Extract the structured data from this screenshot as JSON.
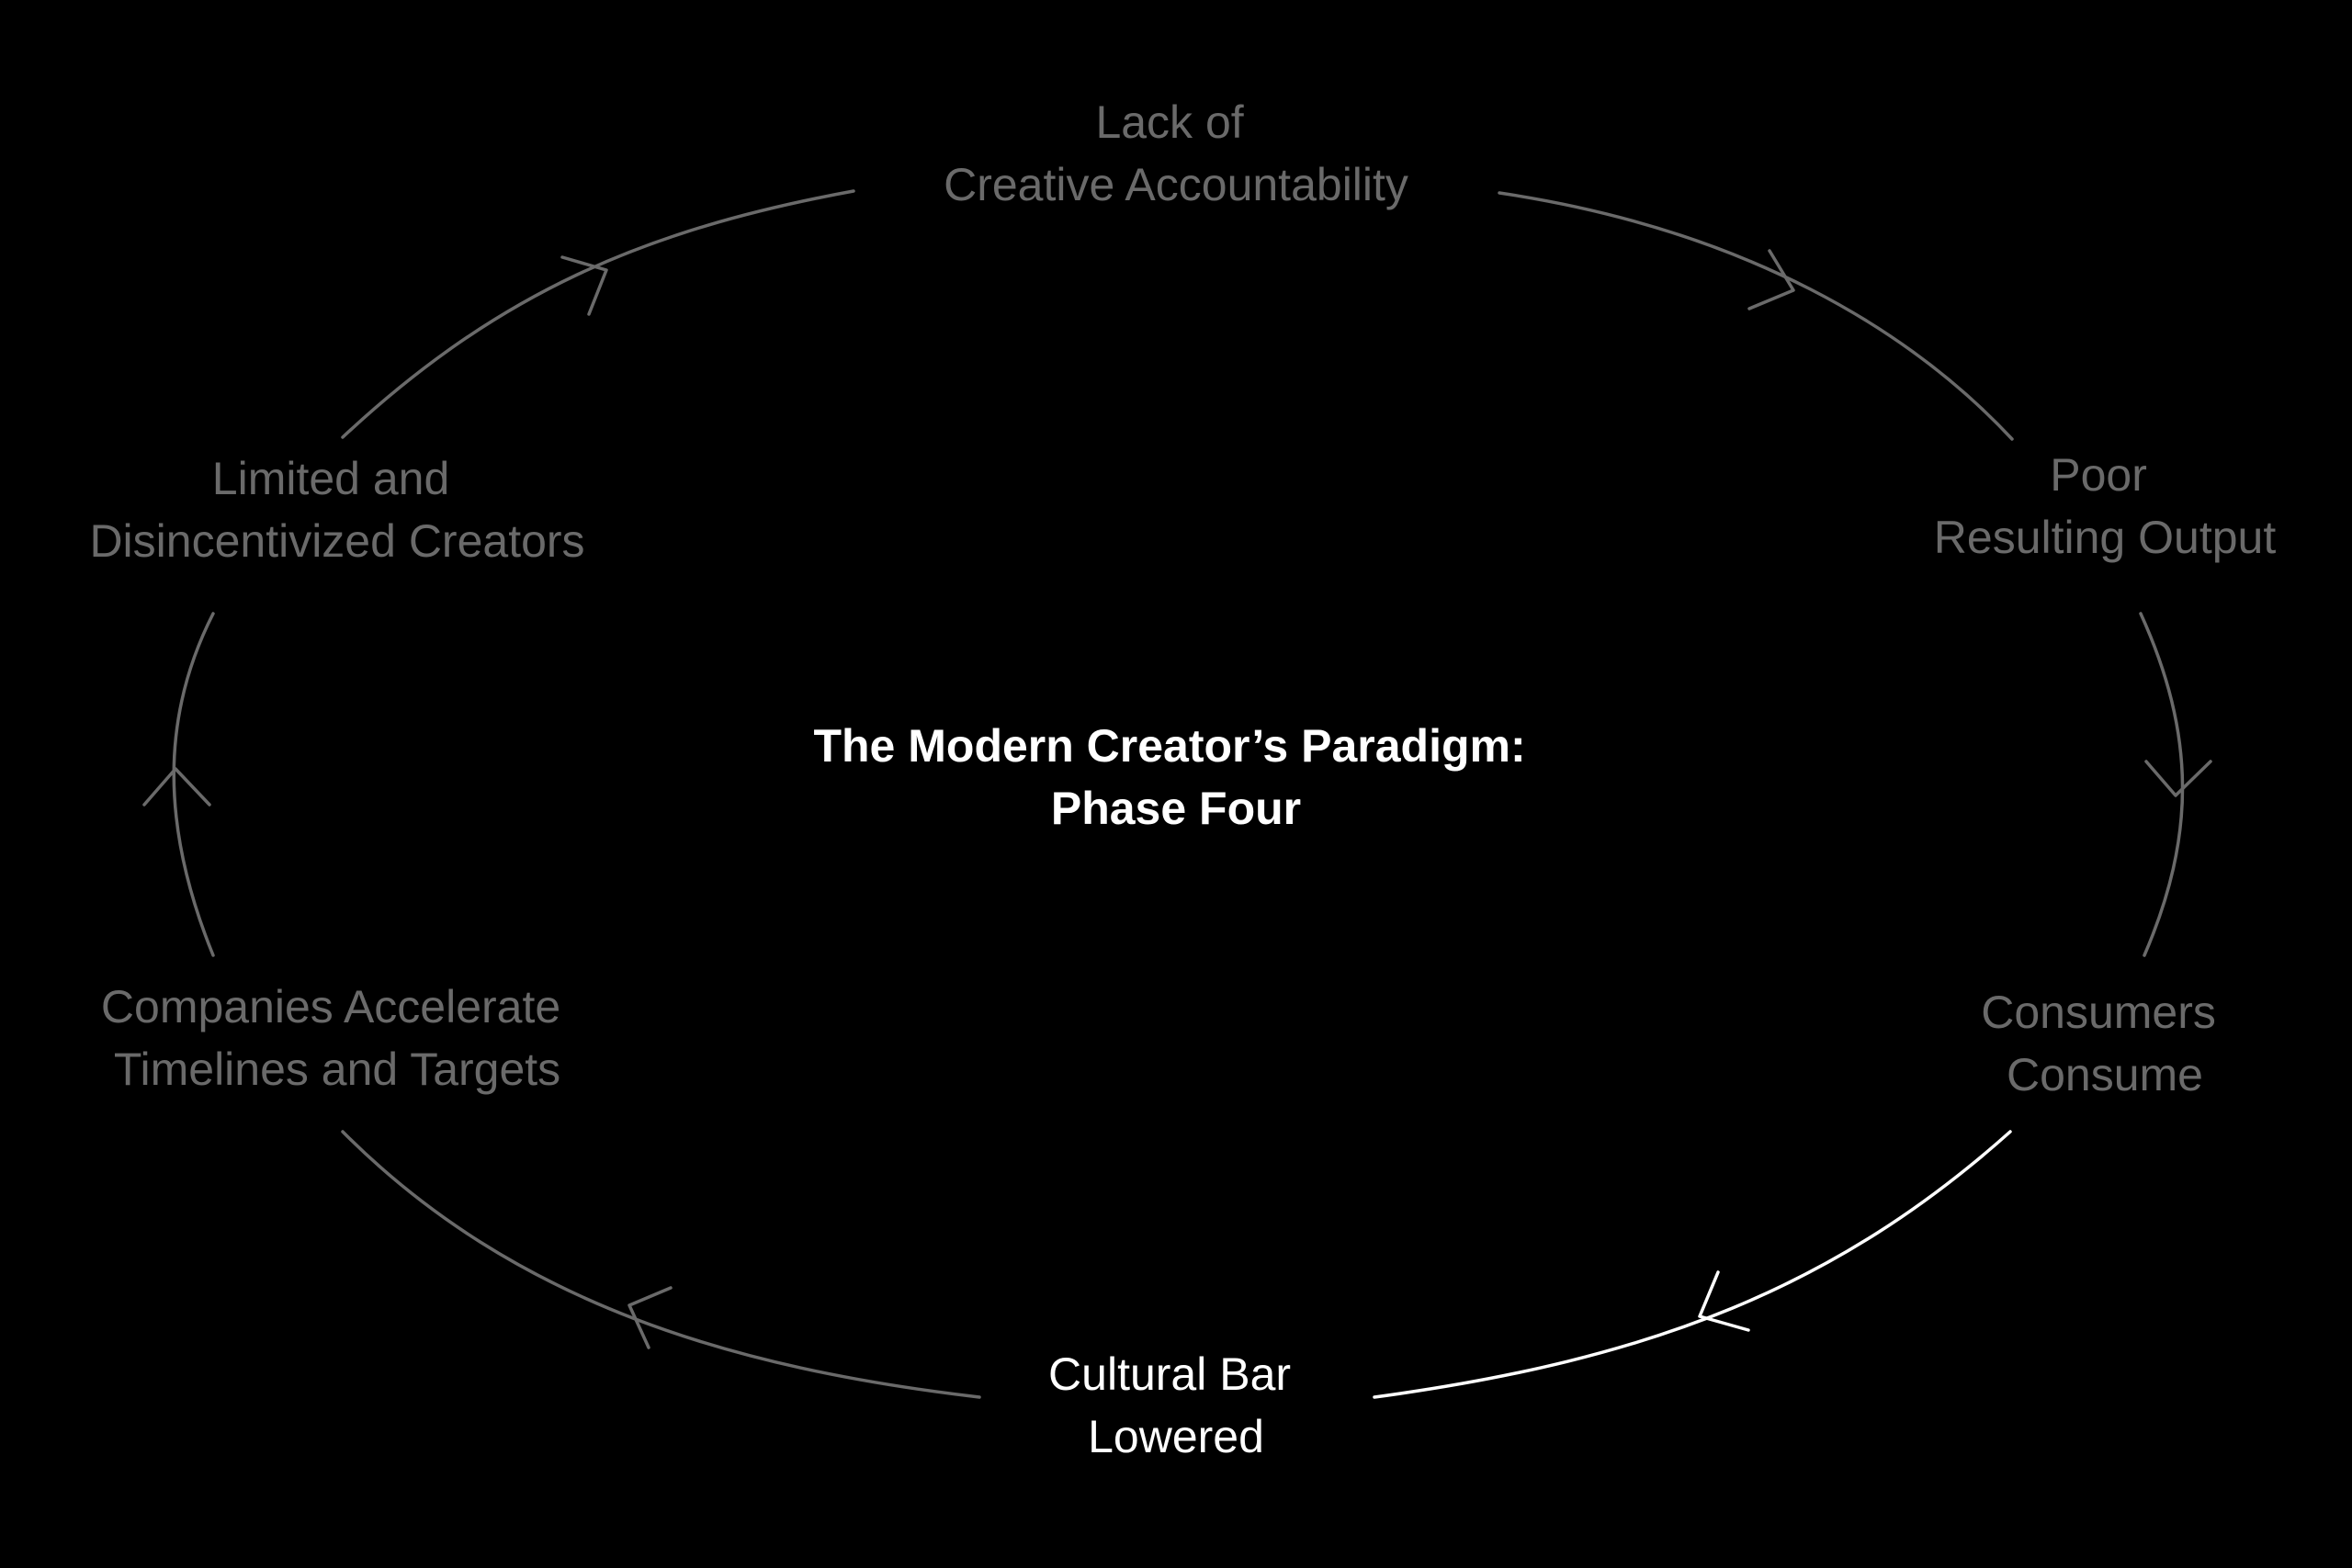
{
  "title": {
    "line1": "The Modern Creator’s Paradigm:",
    "line2": "Phase Four"
  },
  "nodes": [
    {
      "line1": "Lack of",
      "line2": "Creative Accountability",
      "active": false
    },
    {
      "line1": "Poor",
      "line2": "Resulting Output",
      "active": false
    },
    {
      "line1": "Consumers",
      "line2": "Consume",
      "active": false
    },
    {
      "line1": "Cultural Bar",
      "line2": "Lowered",
      "active": true
    },
    {
      "line1": "Companies Accelerate",
      "line2": "Timelines and Targets",
      "active": false
    },
    {
      "line1": "Limited and",
      "line2": "Disincentivized Creators",
      "active": false
    }
  ],
  "arrows": [
    {
      "from": "Lack of Creative Accountability",
      "to": "Poor Resulting Output",
      "active": false
    },
    {
      "from": "Poor Resulting Output",
      "to": "Consumers Consume",
      "active": false
    },
    {
      "from": "Consumers Consume",
      "to": "Cultural Bar Lowered",
      "active": true
    },
    {
      "from": "Cultural Bar Lowered",
      "to": "Companies Accelerate Timelines and Targets",
      "active": false
    },
    {
      "from": "Companies Accelerate Timelines and Targets",
      "to": "Limited and Disincentivized Creators",
      "active": false
    },
    {
      "from": "Limited and Disincentivized Creators",
      "to": "Lack of Creative Accountability",
      "active": false
    }
  ],
  "colors": {
    "background": "#000000",
    "active": "#ffffff",
    "inactive": "#6a6a6a",
    "title": "#ffffff"
  }
}
